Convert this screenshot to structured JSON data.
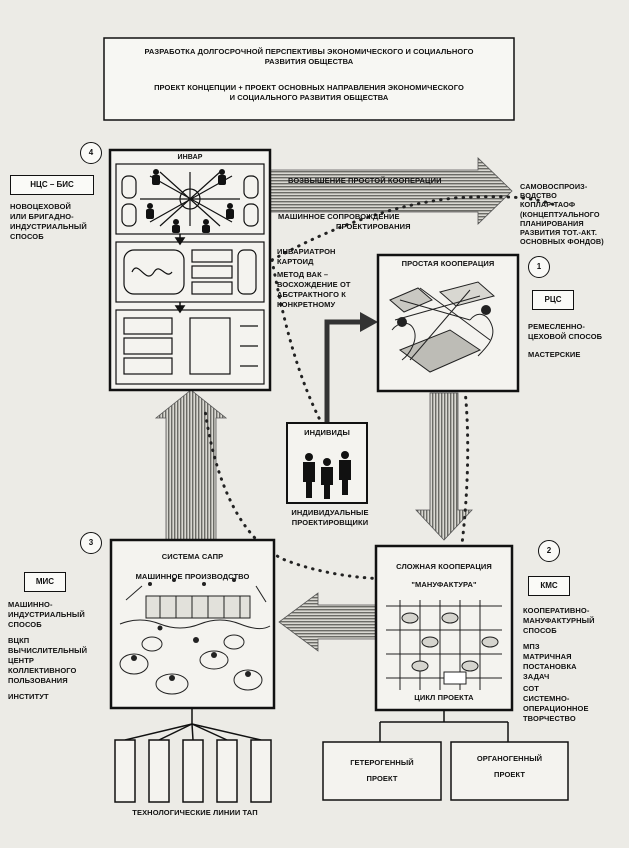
{
  "header": {
    "line1": "РАЗРАБОТКА ДОЛГОСРОЧНОЙ ПЕРСПЕКТИВЫ ЭКОНОМИЧЕСКОГО И СОЦИАЛЬНОГО",
    "line2": "РАЗВИТИЯ ОБЩЕСТВА",
    "line3": "ПРОЕКТ КОНЦЕПЦИИ + ПРОЕКТ ОСНОВНЫХ НАПРАВЛЕНИЯ ЭКОНОМИЧЕСКОГО",
    "line4": "И СОЦИАЛЬНОГО РАЗВИТИЯ ОБЩЕСТВА"
  },
  "stage4": {
    "number": "4",
    "abbr": "НЦС – БИС",
    "desc": [
      "НОВОЦЕХОВОЙ",
      "ИЛИ БРИГАДНО-",
      "ИНДУСТРИАЛЬНЫЙ",
      "СПОСОБ"
    ],
    "box_title": "ИНВАР"
  },
  "arrow_top": {
    "label": "ВОЗВЫШЕНИЕ ПРОСТОЙ КООПЕРАЦИИ",
    "notes": [
      "МАШИННОЕ СОПРОВОЖДЕНИЕ",
      "ПРОЕКТИРОВАНИЯ"
    ]
  },
  "top_right": [
    "САМОВОСПРОИЗ-",
    "ВОДСТВО",
    "КОПЛАР-ТАОФ",
    "(КОНЦЕПТУАЛЬНОГО",
    "ПЛАНИРОВАНИЯ",
    "РАЗВИТИЯ ТОТ.-АКТ.",
    "ОСНОВНЫХ ФОНДОВ)"
  ],
  "middle_notes": [
    "ИНВАРИАТРОН",
    "КАРТОИД",
    "МЕТОД ВАК –",
    "ВОСХОЖДЕНИЕ ОТ",
    "АБСТРАКТНОГО К",
    "КОНКРЕТНОМУ"
  ],
  "stage1": {
    "number": "1",
    "box_title": "ПРОСТАЯ КООПЕРАЦИЯ",
    "abbr": "РЦС",
    "desc": [
      "РЕМЕСЛЕННО-",
      "ЦЕХОВОЙ СПОСОБ"
    ],
    "desc2": "МАСТЕРСКИЕ"
  },
  "individuals": {
    "box_title": "ИНДИВИДЫ",
    "caption": [
      "ИНДИВИДУАЛЬНЫЕ",
      "ПРОЕКТИРОВЩИКИ"
    ]
  },
  "stage3": {
    "number": "3",
    "box_title": "СИСТЕМА САПР",
    "box_subtitle": "МАШИННОЕ ПРОИЗВОДСТВО",
    "abbr": "МИС",
    "desc": [
      "МАШИННО-",
      "ИНДУСТРИАЛЬНЫЙ",
      "СПОСОБ"
    ],
    "desc2": [
      "ВЦКП",
      "ВЫЧИСЛИТЕЛЬНЫЙ",
      "ЦЕНТР",
      "КОЛЛЕКТИВНОГО",
      "ПОЛЬЗОВАНИЯ"
    ],
    "desc3": "ИНСТИТУТ",
    "lines_label": "ТЕХНОЛОГИЧЕСКИЕ ЛИНИИ ТАП"
  },
  "stage2": {
    "number": "2",
    "box_title": "СЛОЖНАЯ КООПЕРАЦИЯ",
    "box_subtitle": "\"МАНУФАКТУРА\"",
    "cycle_label": "ЦИКЛ ПРОЕКТА",
    "abbr": "КМС",
    "desc": [
      "КООПЕРАТИВНО-",
      "МАНУФАКТУРНЫЙ",
      "СПОСОБ"
    ],
    "desc2": [
      "МПЗ",
      "МАТРИЧНАЯ",
      "ПОСТАНОВКА",
      "ЗАДАЧ"
    ],
    "desc3": [
      "СОТ",
      "СИСТЕМНО-",
      "ОПЕРАЦИОННОЕ",
      "ТВОРЧЕСТВО"
    ]
  },
  "bottom": {
    "left": [
      "ГЕТЕРОГЕННЫЙ",
      "ПРОЕКТ"
    ],
    "right": [
      "ОРГАНОГЕННЫЙ",
      "ПРОЕКТ"
    ]
  }
}
